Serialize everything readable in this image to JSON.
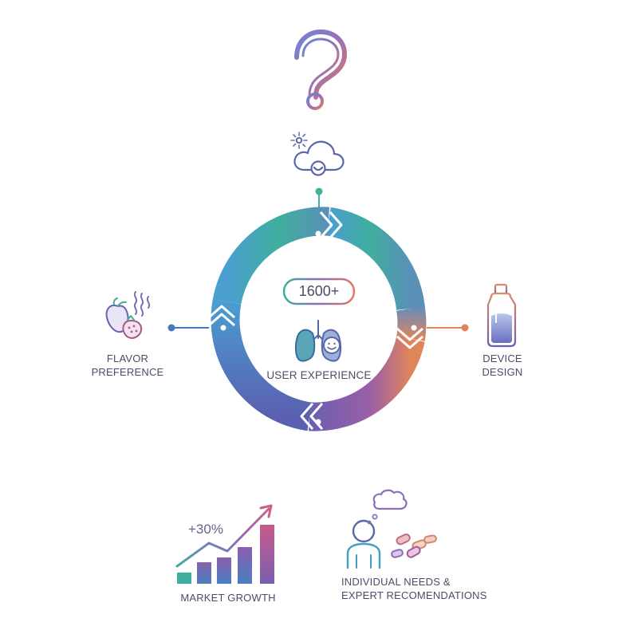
{
  "center": {
    "badge": "1600+",
    "label": "USER EXPERIENCE"
  },
  "left": {
    "line1": "FLAVOR",
    "line2": "PREFERENCE"
  },
  "right": {
    "line1": "DEVICE",
    "line2": "DESIGN"
  },
  "bottom_left": {
    "percent": "+30%",
    "label": "MARKET GROWTH"
  },
  "bottom_right": {
    "line1": "INDIVIDUAL NEEDS &",
    "line2": "EXPERT RECOMENDATIONS"
  },
  "colors": {
    "teal": "#3fae9e",
    "blue": "#4a78c0",
    "purple": "#7a5fb0",
    "orange": "#e0855a",
    "pink": "#c86a8c",
    "text": "#4a4d6a"
  },
  "icons": [
    "question-mark-icon",
    "cloud-smile-icon",
    "lungs-smile-icon",
    "fruit-aroma-icon",
    "vape-device-icon",
    "growth-chart-icon",
    "person-thinking-icon"
  ]
}
